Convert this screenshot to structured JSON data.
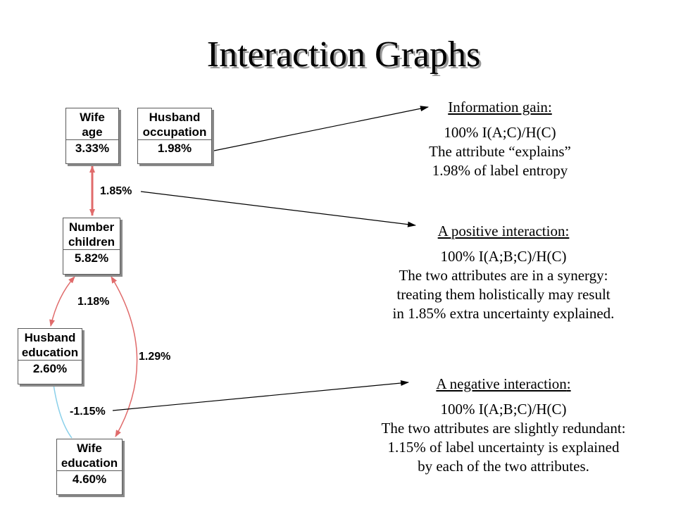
{
  "title": "Interaction Graphs",
  "nodes": {
    "wife_age": {
      "name": "Wife\nage",
      "value": "3.33%"
    },
    "husband_occupation": {
      "name": "Husband\noccupation",
      "value": "1.98%"
    },
    "number_children": {
      "name": "Number\nchildren",
      "value": "5.82%"
    },
    "husband_education": {
      "name": "Husband\neducation",
      "value": "2.60%"
    },
    "wife_education": {
      "name": "Wife\neducation",
      "value": "4.60%"
    }
  },
  "edges": {
    "wife_age_children": "1.85%",
    "husband_edu_children": "1.18%",
    "children_wife_edu": "1.29%",
    "husband_edu_wife_edu": "-1.15%"
  },
  "colors": {
    "positive_edge": "#e06b6b",
    "negative_edge": "#8ad0ea",
    "pointer_arrow": "#000000"
  },
  "annotations": {
    "info_gain": {
      "heading": "Information gain",
      "lines": [
        "100% I(A;C)/H(C)",
        "The attribute “explains”",
        "1.98% of label entropy"
      ]
    },
    "positive": {
      "heading": "A positive interaction",
      "lines": [
        "100% I(A;B;C)/H(C)",
        "The two attributes are in a synergy:",
        "treating them  holistically may result",
        "in 1.85% extra uncertainty explained."
      ]
    },
    "negative": {
      "heading": "A negative interaction",
      "lines": [
        "100% I(A;B;C)/H(C)",
        "The two attributes are slightly redundant:",
        "1.15%  of label uncertainty is explained",
        "by each of the two attributes."
      ]
    }
  }
}
